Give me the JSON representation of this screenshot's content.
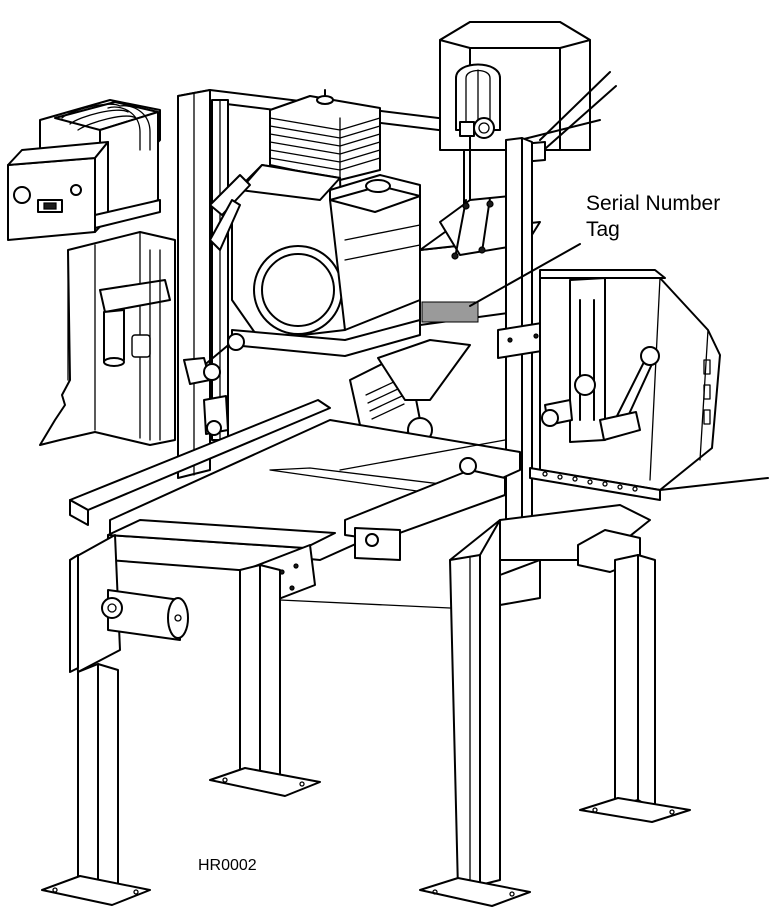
{
  "callout": {
    "label_line1": "Serial Number",
    "label_line2": "Tag"
  },
  "figure_id": "HR0002",
  "colors": {
    "line": "#000000",
    "tag_fill": "#9a9a9a",
    "background": "#ffffff"
  }
}
